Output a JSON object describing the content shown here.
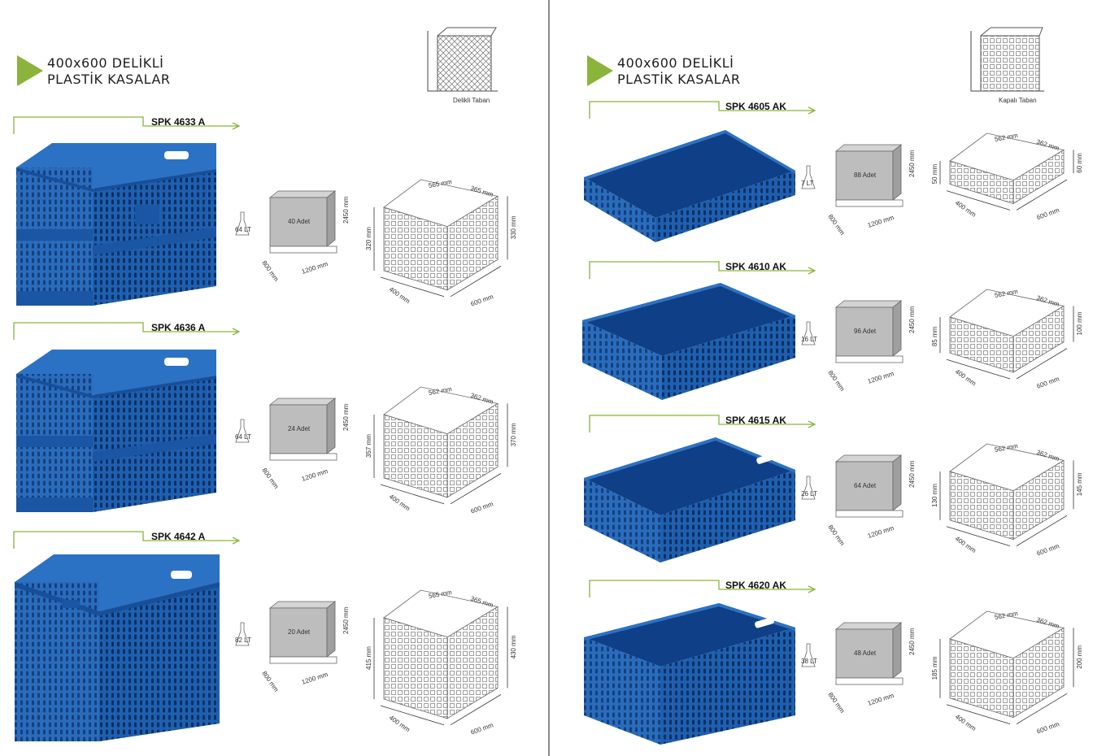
{
  "left": {
    "title_line1": "400x600 DELİKLİ",
    "title_line2": "PLASTİK KASALAR",
    "base_label": "Delikli Taban",
    "products": [
      {
        "code": "SPK 4633 A",
        "volume": "64 LT",
        "pallet_qty": "40 Adet",
        "pallet_h": "2450 mm",
        "pallet_l": "1200 mm",
        "pallet_w": "800 mm",
        "dim_top_w": "565 mm",
        "dim_top_d": "365 mm",
        "dim_inner_h": "320 mm",
        "dim_outer_h": "330 mm",
        "dim_w": "400 mm",
        "dim_l": "600 mm"
      },
      {
        "code": "SPK 4636 A",
        "volume": "64 LT",
        "pallet_qty": "24 Adet",
        "pallet_h": "2450 mm",
        "pallet_l": "1200 mm",
        "pallet_w": "800 mm",
        "dim_top_w": "562 mm",
        "dim_top_d": "362 mm",
        "dim_inner_h": "357 mm",
        "dim_outer_h": "370 mm",
        "dim_w": "400 mm",
        "dim_l": "600 mm"
      },
      {
        "code": "SPK 4642 A",
        "volume": "82 LT",
        "pallet_qty": "20 Adet",
        "pallet_h": "2450 mm",
        "pallet_l": "1200 mm",
        "pallet_w": "800 mm",
        "dim_top_w": "565 mm",
        "dim_top_d": "365 mm",
        "dim_inner_h": "415 mm",
        "dim_outer_h": "430 mm",
        "dim_w": "400 mm",
        "dim_l": "600 mm"
      }
    ]
  },
  "right": {
    "title_line1": "400x600 DELİKLİ",
    "title_line2": "PLASTİK KASALAR",
    "base_label": "Kapalı Taban",
    "products": [
      {
        "code": "SPK 4605 AK",
        "volume": "7 LT",
        "pallet_qty": "88 Adet",
        "pallet_h": "2450 mm",
        "pallet_l": "1200 mm",
        "pallet_w": "800 mm",
        "dim_top_w": "562 mm",
        "dim_top_d": "362 mm",
        "dim_inner_h": "50 mm",
        "dim_outer_h": "60 mm",
        "dim_w": "400 mm",
        "dim_l": "600 mm"
      },
      {
        "code": "SPK 4610 AK",
        "volume": "16 LT",
        "pallet_qty": "96 Adet",
        "pallet_h": "2450 mm",
        "pallet_l": "1200 mm",
        "pallet_w": "800 mm",
        "dim_top_w": "562 mm",
        "dim_top_d": "362 mm",
        "dim_inner_h": "85 mm",
        "dim_outer_h": "100 mm",
        "dim_w": "400 mm",
        "dim_l": "600 mm"
      },
      {
        "code": "SPK 4615 AK",
        "volume": "26 LT",
        "pallet_qty": "64 Adet",
        "pallet_h": "2450 mm",
        "pallet_l": "1200 mm",
        "pallet_w": "800 mm",
        "dim_top_w": "562 mm",
        "dim_top_d": "362 mm",
        "dim_inner_h": "130 mm",
        "dim_outer_h": "145 mm",
        "dim_w": "400 mm",
        "dim_l": "600 mm"
      },
      {
        "code": "SPK 4620 AK",
        "volume": "38 LT",
        "pallet_qty": "48 Adet",
        "pallet_h": "2450 mm",
        "pallet_l": "1200 mm",
        "pallet_w": "800 mm",
        "dim_top_w": "562 mm",
        "dim_top_d": "362 mm",
        "dim_inner_h": "185 mm",
        "dim_outer_h": "200 mm",
        "dim_w": "400 mm",
        "dim_l": "600 mm"
      }
    ]
  },
  "colors": {
    "accent": "#8ab43a",
    "crate_blue": "#1f5fae",
    "crate_dark": "#0f3f86",
    "divider": "#8a8a8a"
  }
}
